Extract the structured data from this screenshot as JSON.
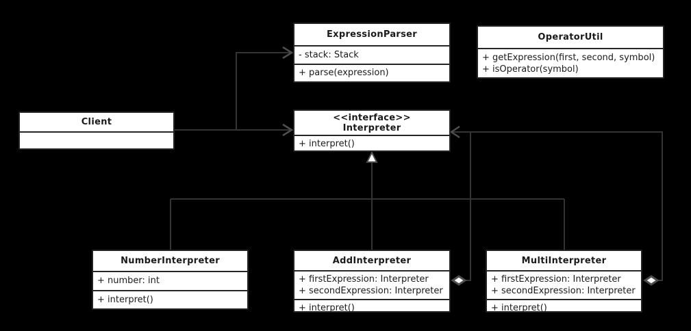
{
  "diagram": {
    "title": "Interpreter pattern UML class diagram",
    "colors": {
      "background": "#000000",
      "node_fill": "#ffffff",
      "node_border": "#242424",
      "edge_line": "#343434",
      "edge_arrow": "#4f4f4f",
      "text": "#1a1a1a"
    }
  },
  "classes": {
    "expression_parser": {
      "name": "ExpressionParser",
      "attributes": [
        "- stack: Stack"
      ],
      "methods": [
        "+ parse(expression)"
      ]
    },
    "operator_util": {
      "name": "OperatorUtil",
      "methods": [
        "+ getExpression(first, second, symbol)",
        "+ isOperator(symbol)"
      ]
    },
    "client": {
      "name": "Client"
    },
    "interpreter": {
      "stereotype": "<<interface>>",
      "name": "Interpreter",
      "methods": [
        "+ interpret()"
      ]
    },
    "number_interpreter": {
      "name": "NumberInterpreter",
      "attributes": [
        "+ number: int"
      ],
      "methods": [
        "+ interpret()"
      ]
    },
    "add_interpreter": {
      "name": "AddInterpreter",
      "attributes": [
        "+ firstExpression: Interpreter",
        "+ secondExpression: Interpreter"
      ],
      "methods": [
        "+ interpret()"
      ]
    },
    "multi_interpreter": {
      "name": "MultiInterpreter",
      "attributes": [
        "+ firstExpression: Interpreter",
        "+ secondExpression: Interpreter"
      ],
      "methods": [
        "+ interpret()"
      ]
    }
  },
  "relationships": [
    {
      "from": "Client",
      "to": "ExpressionParser",
      "type": "directed-association"
    },
    {
      "from": "Client",
      "to": "Interpreter",
      "type": "directed-association"
    },
    {
      "from": "NumberInterpreter",
      "to": "Interpreter",
      "type": "realization"
    },
    {
      "from": "AddInterpreter",
      "to": "Interpreter",
      "type": "realization"
    },
    {
      "from": "MultiInterpreter",
      "to": "Interpreter",
      "type": "realization"
    },
    {
      "from": "AddInterpreter",
      "to": "Interpreter",
      "type": "aggregation"
    },
    {
      "from": "MultiInterpreter",
      "to": "Interpreter",
      "type": "aggregation"
    }
  ]
}
